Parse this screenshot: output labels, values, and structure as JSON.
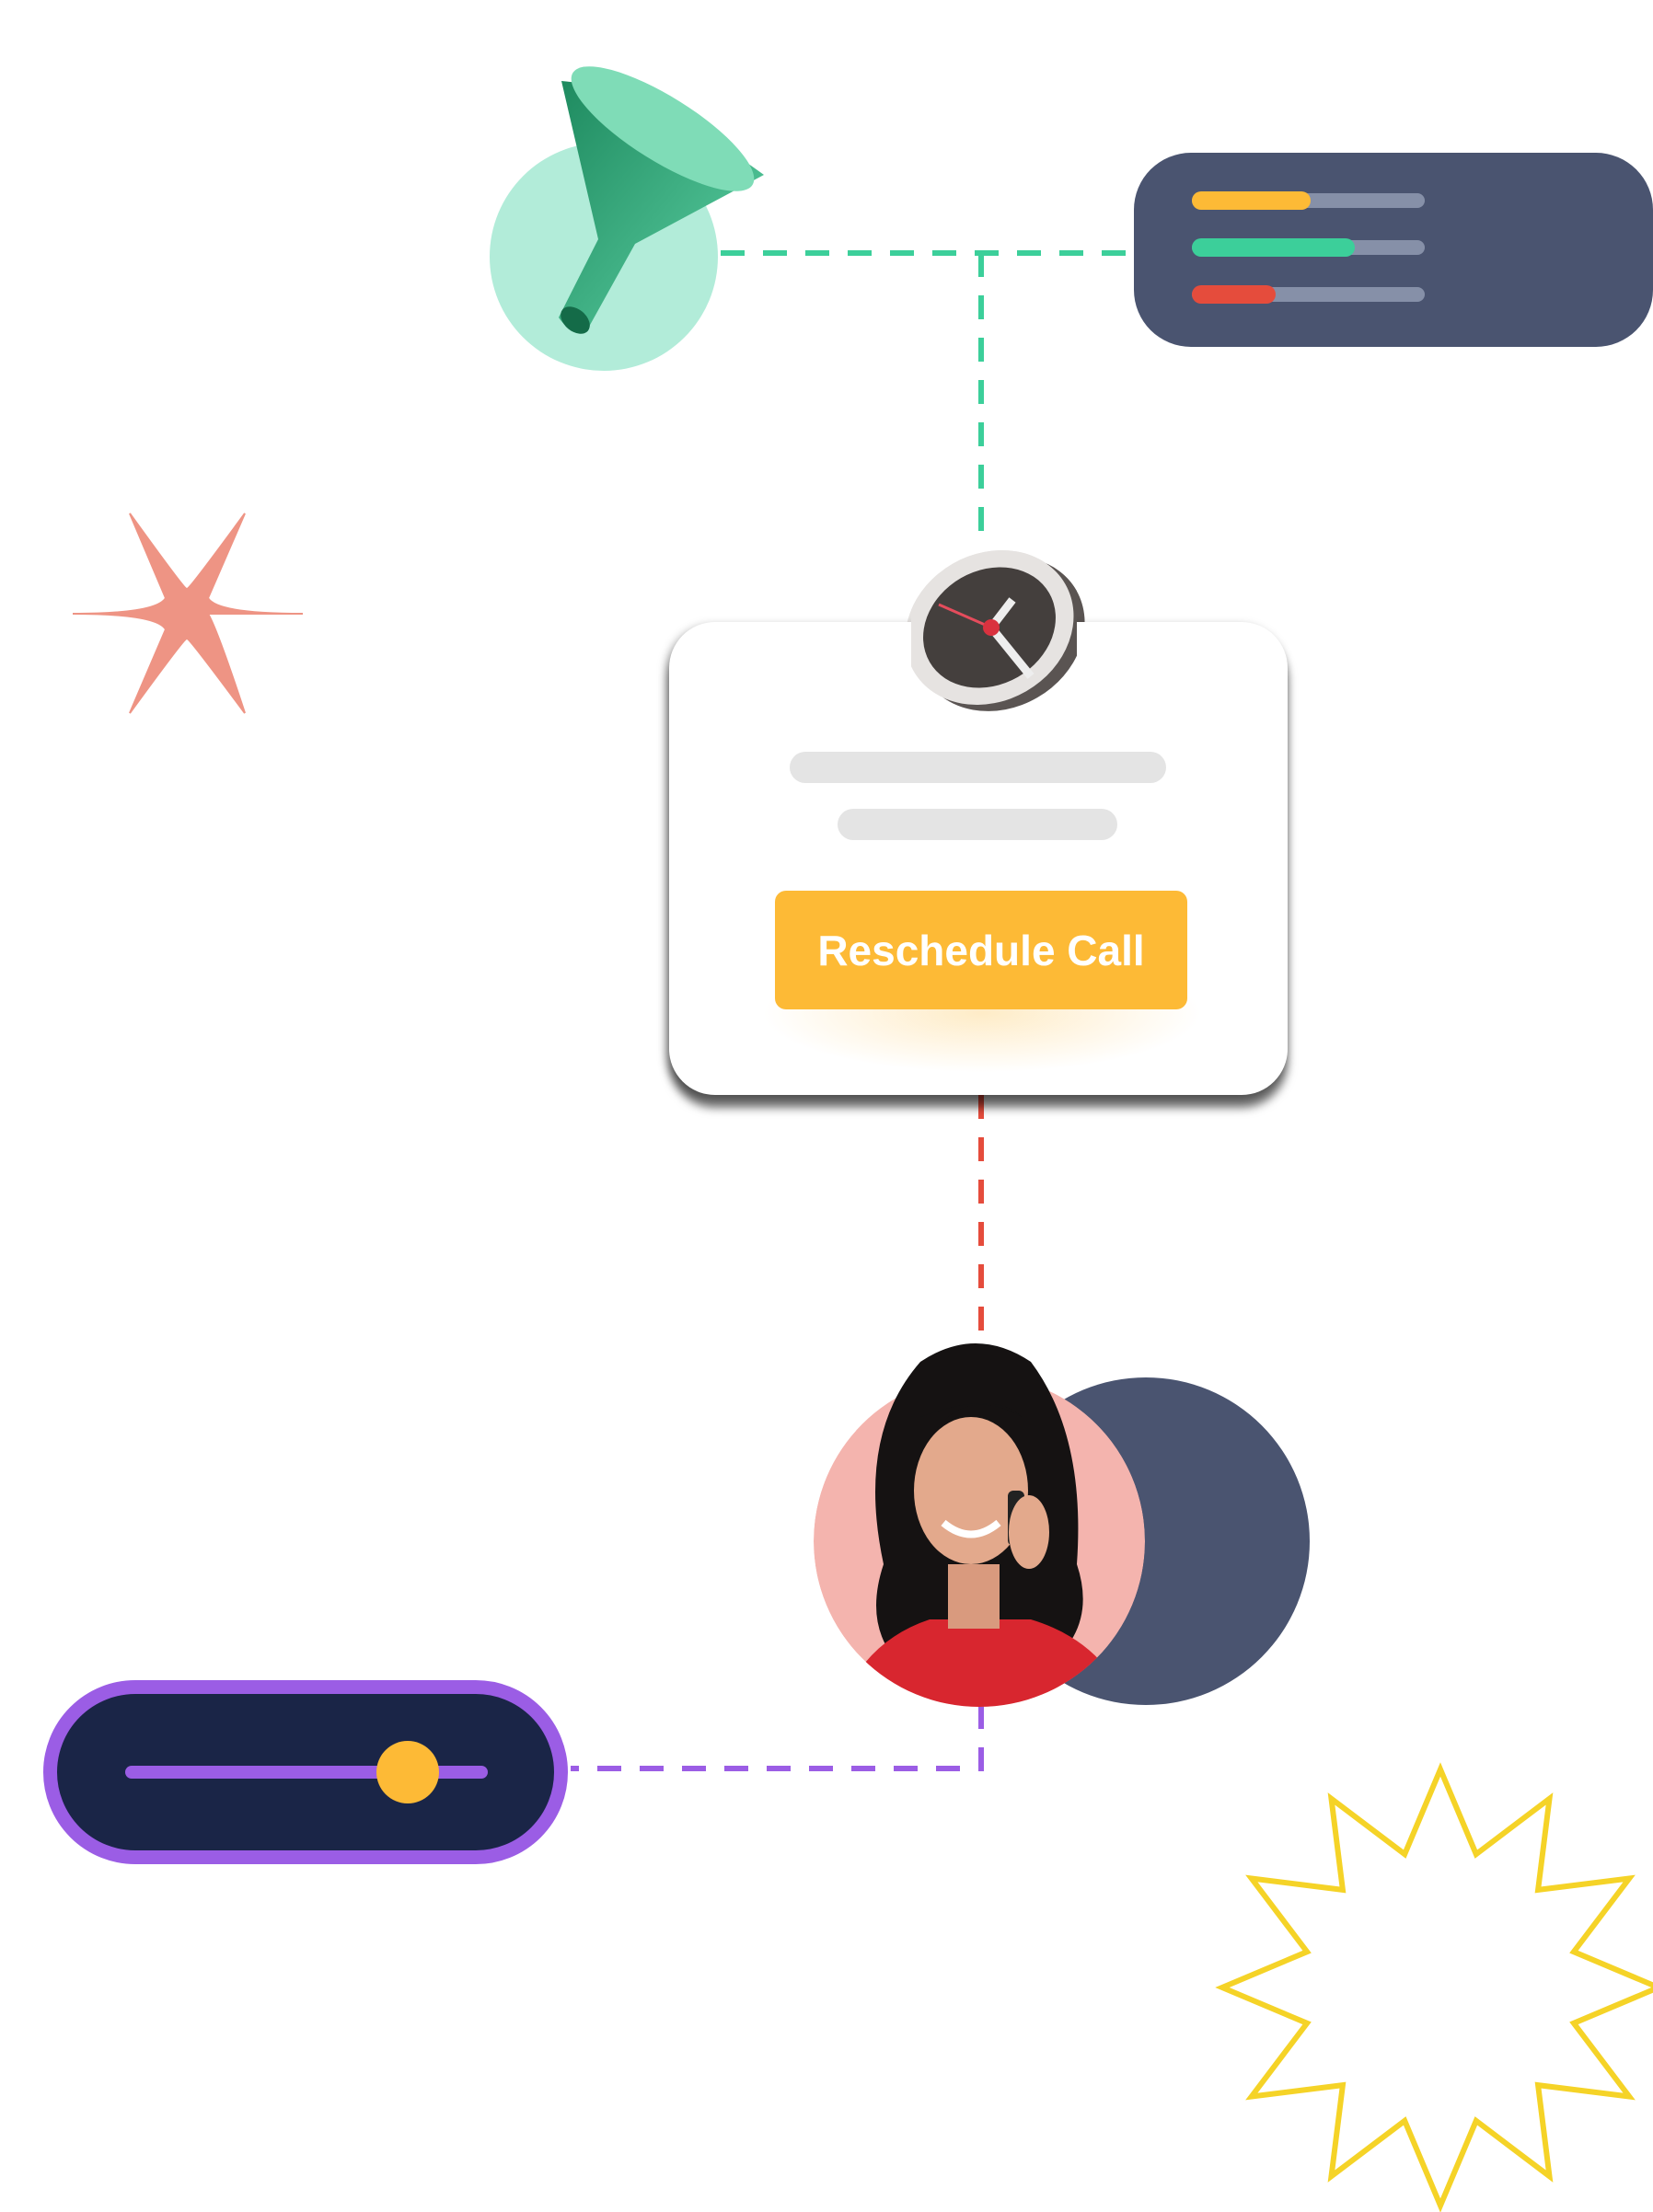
{
  "colors": {
    "green": "#3ccf9a",
    "red": "#e54c3c",
    "purple": "#9b5de5",
    "yellow": "#fdba36",
    "slate": "#4a5470",
    "navy": "#1a2547",
    "pink": "#ee9484",
    "star_yellow": "#f5d327"
  },
  "stats": {
    "bars": [
      {
        "color": "#fdba36",
        "fraction": 0.51
      },
      {
        "color": "#3ccf9a",
        "fraction": 0.7
      },
      {
        "color": "#e54c3c",
        "fraction": 0.36
      }
    ]
  },
  "call_card": {
    "button_label": "Reschedule Call",
    "icon": "clock-icon"
  },
  "slider": {
    "value": 0.78
  },
  "icons": [
    "funnel-icon",
    "sparkle-icon",
    "starburst-icon",
    "clock-icon"
  ]
}
